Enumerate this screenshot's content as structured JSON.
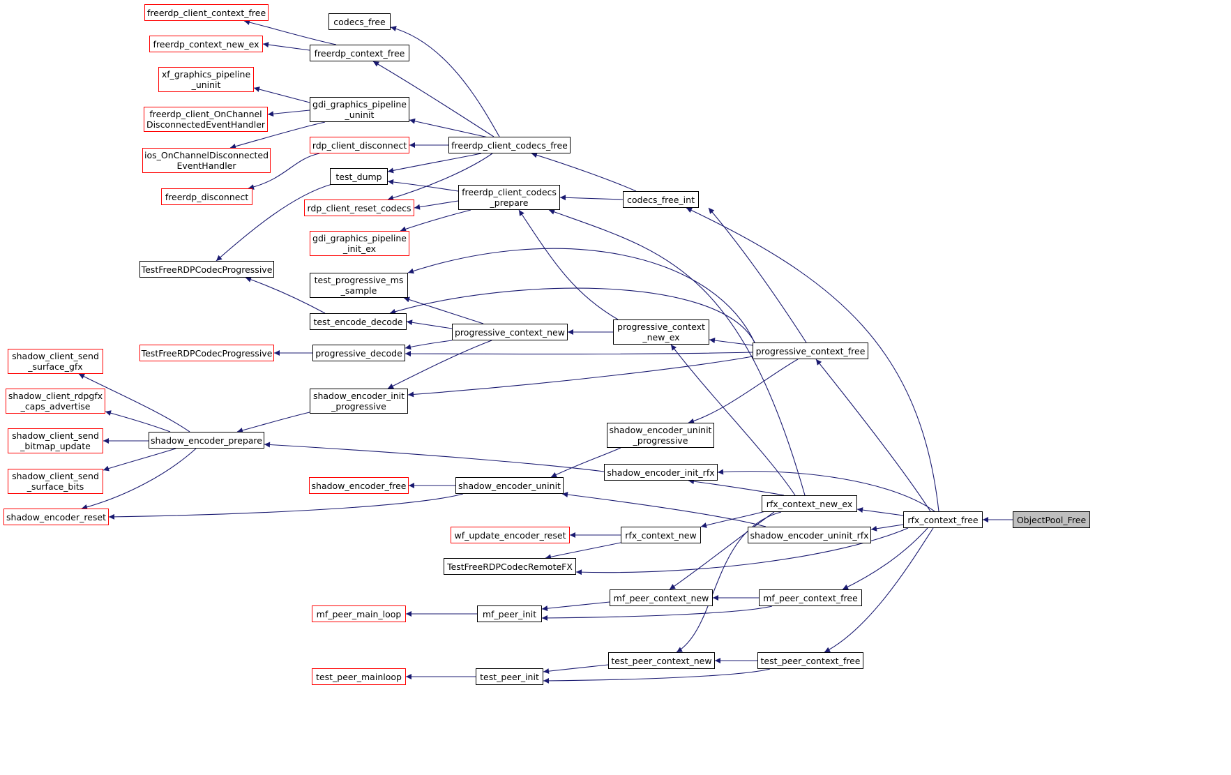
{
  "graph": {
    "edge_color": "#191970",
    "truncated_border_color": "#ff0000",
    "root_fill_color": "#bfbfbf",
    "nodes": [
      {
        "id": "objectpool_free",
        "label": "ObjectPool_Free",
        "truncated": false,
        "root": true
      },
      {
        "id": "rfx_context_free",
        "label": "rfx_context_free",
        "truncated": false
      },
      {
        "id": "freerdp_client_context_free",
        "label": "freerdp_client_context_free",
        "truncated": true
      },
      {
        "id": "freerdp_context_new_ex",
        "label": "freerdp_context_new_ex",
        "truncated": true
      },
      {
        "id": "xf_graphics_pipeline_uninit",
        "label": "xf_graphics_pipeline\n_uninit",
        "truncated": true
      },
      {
        "id": "freerdp_client_onchannel",
        "label": "freerdp_client_OnChannel\nDisconnectedEventHandler",
        "truncated": true
      },
      {
        "id": "ios_onchannel",
        "label": "ios_OnChannelDisconnected\nEventHandler",
        "truncated": true
      },
      {
        "id": "freerdp_disconnect",
        "label": "freerdp_disconnect",
        "truncated": true
      },
      {
        "id": "codecs_free",
        "label": "codecs_free",
        "truncated": false
      },
      {
        "id": "freerdp_context_free",
        "label": "freerdp_context_free",
        "truncated": false
      },
      {
        "id": "gdi_graphics_pipeline_uninit",
        "label": "gdi_graphics_pipeline\n_uninit",
        "truncated": false
      },
      {
        "id": "rdp_client_disconnect",
        "label": "rdp_client_disconnect",
        "truncated": true
      },
      {
        "id": "test_dump",
        "label": "test_dump",
        "truncated": false
      },
      {
        "id": "rdp_client_reset_codecs",
        "label": "rdp_client_reset_codecs",
        "truncated": true
      },
      {
        "id": "gdi_graphics_pipeline_init_ex",
        "label": "gdi_graphics_pipeline\n_init_ex",
        "truncated": true
      },
      {
        "id": "freerdp_client_codecs_free",
        "label": "freerdp_client_codecs_free",
        "truncated": false
      },
      {
        "id": "freerdp_client_codecs_prepare",
        "label": "freerdp_client_codecs\n_prepare",
        "truncated": false
      },
      {
        "id": "codecs_free_int",
        "label": "codecs_free_int",
        "truncated": false
      },
      {
        "id": "testfreerdp_progressive_a",
        "label": "TestFreeRDPCodecProgressive",
        "truncated": false
      },
      {
        "id": "test_progressive_ms_sample",
        "label": "test_progressive_ms\n_sample",
        "truncated": false
      },
      {
        "id": "test_encode_decode",
        "label": "test_encode_decode",
        "truncated": false
      },
      {
        "id": "testfreerdp_progressive_b",
        "label": "TestFreeRDPCodecProgressive",
        "truncated": true
      },
      {
        "id": "progressive_decode",
        "label": "progressive_decode",
        "truncated": false
      },
      {
        "id": "progressive_context_new",
        "label": "progressive_context_new",
        "truncated": false
      },
      {
        "id": "progressive_context_new_ex",
        "label": "progressive_context\n_new_ex",
        "truncated": false
      },
      {
        "id": "progressive_context_free",
        "label": "progressive_context_free",
        "truncated": false
      },
      {
        "id": "shadow_client_send_surface_gfx",
        "label": "shadow_client_send\n_surface_gfx",
        "truncated": true
      },
      {
        "id": "shadow_client_rdpgfx_caps_advertise",
        "label": "shadow_client_rdpgfx\n_caps_advertise",
        "truncated": true
      },
      {
        "id": "shadow_client_send_bitmap_update",
        "label": "shadow_client_send\n_bitmap_update",
        "truncated": true
      },
      {
        "id": "shadow_client_send_surface_bits",
        "label": "shadow_client_send\n_surface_bits",
        "truncated": true
      },
      {
        "id": "shadow_encoder_reset",
        "label": "shadow_encoder_reset",
        "truncated": true
      },
      {
        "id": "shadow_encoder_prepare",
        "label": "shadow_encoder_prepare",
        "truncated": false
      },
      {
        "id": "shadow_encoder_init_progressive",
        "label": "shadow_encoder_init\n_progressive",
        "truncated": false
      },
      {
        "id": "shadow_encoder_uninit_progressive",
        "label": "shadow_encoder_uninit\n_progressive",
        "truncated": false
      },
      {
        "id": "shadow_encoder_init_rfx",
        "label": "shadow_encoder_init_rfx",
        "truncated": false
      },
      {
        "id": "shadow_encoder_free",
        "label": "shadow_encoder_free",
        "truncated": true
      },
      {
        "id": "shadow_encoder_uninit",
        "label": "shadow_encoder_uninit",
        "truncated": false
      },
      {
        "id": "rfx_context_new_ex",
        "label": "rfx_context_new_ex",
        "truncated": false
      },
      {
        "id": "shadow_encoder_uninit_rfx",
        "label": "shadow_encoder_uninit_rfx",
        "truncated": false
      },
      {
        "id": "wf_update_encoder_reset",
        "label": "wf_update_encoder_reset",
        "truncated": true
      },
      {
        "id": "rfx_context_new",
        "label": "rfx_context_new",
        "truncated": false
      },
      {
        "id": "testfreerdp_remotefx",
        "label": "TestFreeRDPCodecRemoteFX",
        "truncated": false
      },
      {
        "id": "mf_peer_main_loop",
        "label": "mf_peer_main_loop",
        "truncated": true
      },
      {
        "id": "mf_peer_init",
        "label": "mf_peer_init",
        "truncated": false
      },
      {
        "id": "mf_peer_context_new",
        "label": "mf_peer_context_new",
        "truncated": false
      },
      {
        "id": "mf_peer_context_free",
        "label": "mf_peer_context_free",
        "truncated": false
      },
      {
        "id": "test_peer_mainloop",
        "label": "test_peer_mainloop",
        "truncated": true
      },
      {
        "id": "test_peer_init",
        "label": "test_peer_init",
        "truncated": false
      },
      {
        "id": "test_peer_context_new",
        "label": "test_peer_context_new",
        "truncated": false
      },
      {
        "id": "test_peer_context_free",
        "label": "test_peer_context_free",
        "truncated": false
      }
    ],
    "edges": [
      {
        "from": "rfx_context_free",
        "to": "objectpool_free"
      },
      {
        "from": "freerdp_client_context_free",
        "to": "freerdp_context_free"
      },
      {
        "from": "freerdp_context_new_ex",
        "to": "freerdp_context_free"
      },
      {
        "from": "xf_graphics_pipeline_uninit",
        "to": "gdi_graphics_pipeline_uninit"
      },
      {
        "from": "freerdp_client_onchannel",
        "to": "gdi_graphics_pipeline_uninit"
      },
      {
        "from": "ios_onchannel",
        "to": "gdi_graphics_pipeline_uninit"
      },
      {
        "from": "freerdp_disconnect",
        "to": "rdp_client_disconnect"
      },
      {
        "from": "codecs_free",
        "to": "freerdp_client_codecs_free"
      },
      {
        "from": "freerdp_context_free",
        "to": "freerdp_client_codecs_free"
      },
      {
        "from": "gdi_graphics_pipeline_uninit",
        "to": "freerdp_client_codecs_free"
      },
      {
        "from": "rdp_client_disconnect",
        "to": "freerdp_client_codecs_free"
      },
      {
        "from": "test_dump",
        "to": "freerdp_client_codecs_free"
      },
      {
        "from": "rdp_client_reset_codecs",
        "to": "freerdp_client_codecs_free"
      },
      {
        "from": "testfreerdp_progressive_a",
        "to": "test_dump"
      },
      {
        "from": "test_dump",
        "to": "freerdp_client_codecs_prepare"
      },
      {
        "from": "rdp_client_reset_codecs",
        "to": "freerdp_client_codecs_prepare"
      },
      {
        "from": "gdi_graphics_pipeline_init_ex",
        "to": "freerdp_client_codecs_prepare"
      },
      {
        "from": "freerdp_client_codecs_free",
        "to": "codecs_free_int"
      },
      {
        "from": "freerdp_client_codecs_prepare",
        "to": "codecs_free_int"
      },
      {
        "from": "freerdp_client_codecs_prepare",
        "to": "progressive_context_new_ex"
      },
      {
        "from": "freerdp_client_codecs_prepare",
        "to": "rfx_context_new_ex"
      },
      {
        "from": "codecs_free_int",
        "to": "progressive_context_free"
      },
      {
        "from": "codecs_free_int",
        "to": "rfx_context_free"
      },
      {
        "from": "testfreerdp_progressive_a",
        "to": "test_encode_decode"
      },
      {
        "from": "test_progressive_ms_sample",
        "to": "progressive_context_new"
      },
      {
        "from": "test_progressive_ms_sample",
        "to": "progressive_context_free"
      },
      {
        "from": "test_encode_decode",
        "to": "progressive_context_new"
      },
      {
        "from": "test_encode_decode",
        "to": "progressive_context_free"
      },
      {
        "from": "testfreerdp_progressive_b",
        "to": "progressive_decode"
      },
      {
        "from": "progressive_decode",
        "to": "progressive_context_new"
      },
      {
        "from": "progressive_decode",
        "to": "progressive_context_free"
      },
      {
        "from": "progressive_context_new",
        "to": "progressive_context_new_ex"
      },
      {
        "from": "progressive_context_new_ex",
        "to": "progressive_context_free"
      },
      {
        "from": "progressive_context_new_ex",
        "to": "rfx_context_new_ex"
      },
      {
        "from": "progressive_context_free",
        "to": "rfx_context_free"
      },
      {
        "from": "shadow_encoder_init_progressive",
        "to": "progressive_context_new"
      },
      {
        "from": "shadow_encoder_init_progressive",
        "to": "progressive_context_free"
      },
      {
        "from": "shadow_encoder_uninit_progressive",
        "to": "progressive_context_free"
      },
      {
        "from": "shadow_client_send_surface_gfx",
        "to": "shadow_encoder_prepare"
      },
      {
        "from": "shadow_client_rdpgfx_caps_advertise",
        "to": "shadow_encoder_prepare"
      },
      {
        "from": "shadow_client_send_bitmap_update",
        "to": "shadow_encoder_prepare"
      },
      {
        "from": "shadow_client_send_surface_bits",
        "to": "shadow_encoder_prepare"
      },
      {
        "from": "shadow_encoder_reset",
        "to": "shadow_encoder_prepare"
      },
      {
        "from": "shadow_encoder_prepare",
        "to": "shadow_encoder_init_progressive"
      },
      {
        "from": "shadow_encoder_prepare",
        "to": "shadow_encoder_init_rfx"
      },
      {
        "from": "shadow_encoder_free",
        "to": "shadow_encoder_uninit"
      },
      {
        "from": "shadow_encoder_reset",
        "to": "shadow_encoder_uninit"
      },
      {
        "from": "shadow_encoder_uninit",
        "to": "shadow_encoder_uninit_progressive"
      },
      {
        "from": "shadow_encoder_uninit",
        "to": "shadow_encoder_uninit_rfx"
      },
      {
        "from": "shadow_encoder_init_rfx",
        "to": "rfx_context_new_ex"
      },
      {
        "from": "shadow_encoder_init_rfx",
        "to": "rfx_context_free"
      },
      {
        "from": "rfx_context_new_ex",
        "to": "rfx_context_free"
      },
      {
        "from": "shadow_encoder_uninit_rfx",
        "to": "rfx_context_free"
      },
      {
        "from": "wf_update_encoder_reset",
        "to": "rfx_context_new"
      },
      {
        "from": "testfreerdp_remotefx",
        "to": "rfx_context_new"
      },
      {
        "from": "rfx_context_new",
        "to": "rfx_context_new_ex"
      },
      {
        "from": "testfreerdp_remotefx",
        "to": "rfx_context_free"
      },
      {
        "from": "mf_peer_main_loop",
        "to": "mf_peer_init"
      },
      {
        "from": "mf_peer_init",
        "to": "mf_peer_context_new"
      },
      {
        "from": "mf_peer_init",
        "to": "mf_peer_context_free"
      },
      {
        "from": "mf_peer_context_new",
        "to": "mf_peer_context_free"
      },
      {
        "from": "mf_peer_context_new",
        "to": "rfx_context_new_ex"
      },
      {
        "from": "mf_peer_context_free",
        "to": "rfx_context_free"
      },
      {
        "from": "test_peer_mainloop",
        "to": "test_peer_init"
      },
      {
        "from": "test_peer_init",
        "to": "test_peer_context_new"
      },
      {
        "from": "test_peer_init",
        "to": "test_peer_context_free"
      },
      {
        "from": "test_peer_context_new",
        "to": "test_peer_context_free"
      },
      {
        "from": "test_peer_context_new",
        "to": "rfx_context_new_ex"
      },
      {
        "from": "test_peer_context_free",
        "to": "rfx_context_free"
      }
    ]
  }
}
